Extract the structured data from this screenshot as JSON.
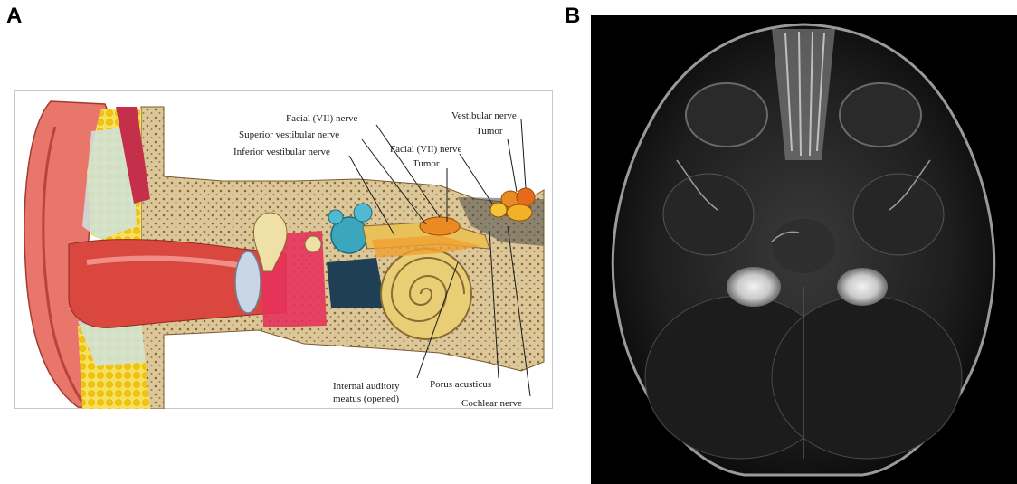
{
  "panels": {
    "a": {
      "letter": "A"
    },
    "b": {
      "letter": "B"
    }
  },
  "labels": {
    "facial_nerve_top": "Facial (VII) nerve",
    "superior_vestibular_nerve": "Superior vestibular nerve",
    "inferior_vestibular_nerve": "Inferior vestibular nerve",
    "vestibular_nerve": "Vestibular nerve",
    "tumor_right": "Tumor",
    "facial_nerve_mid": "Facial (VII) nerve",
    "tumor_mid": "Tumor",
    "iam_line1": "Internal auditory",
    "iam_line2": "meatus (opened)",
    "porus_acusticus": "Porus acusticus",
    "cochlear_nerve": "Cochlear nerve"
  },
  "colors": {
    "bone": "#dcc79a",
    "skin": "#e9766b",
    "canal": "#d9473f",
    "fat": "#f3d21a",
    "cochlea": "#e8cf76",
    "vestibular": "#3aa7bd",
    "tumor": "#e98a22",
    "mri_background": "#000000"
  }
}
